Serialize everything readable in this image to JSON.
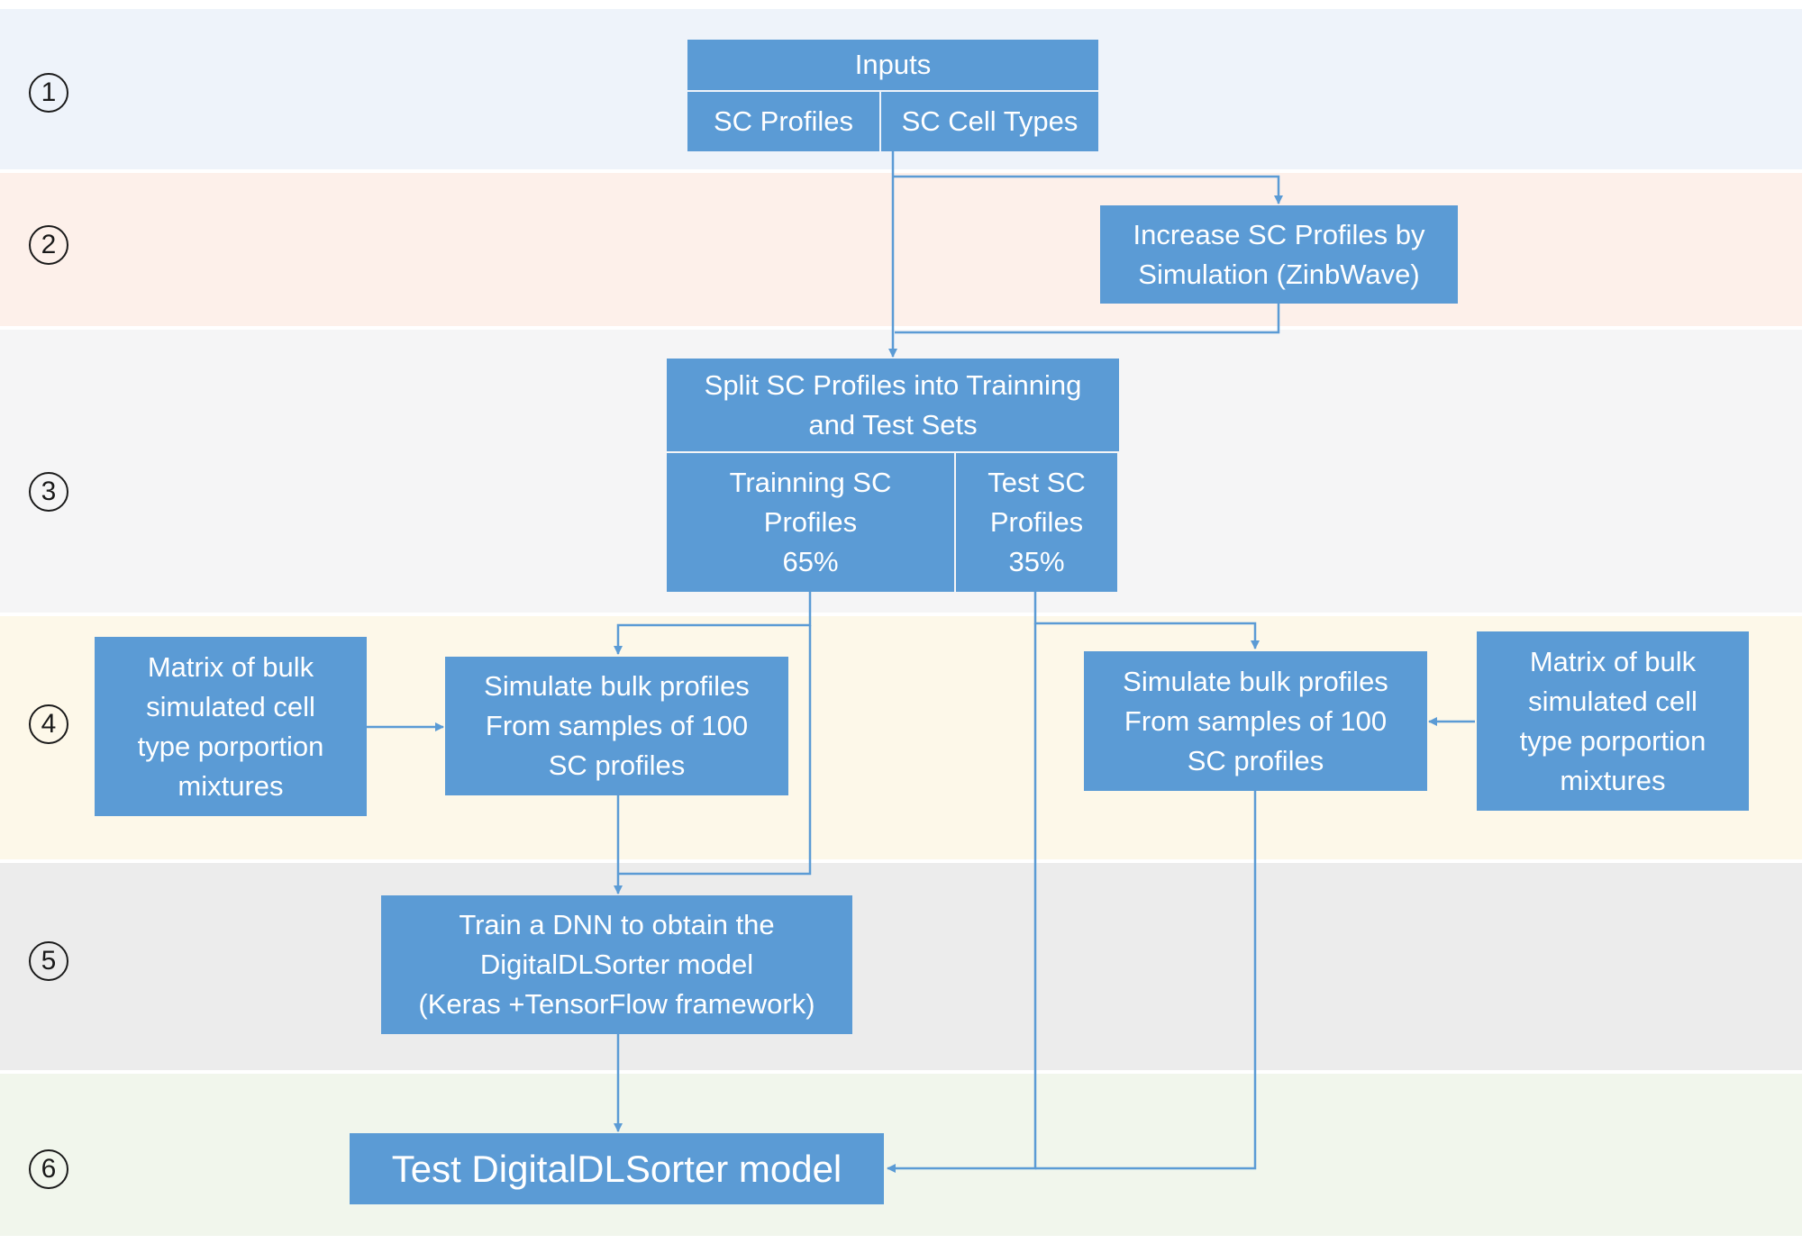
{
  "steps": [
    "1",
    "2",
    "3",
    "4",
    "5",
    "6"
  ],
  "boxes": {
    "inputs": "Inputs",
    "sc_profiles": "SC Profiles",
    "sc_cell_types": "SC Cell Types",
    "increase": "Increase SC Profiles by\nSimulation (ZinbWave)",
    "split": "Split SC Profiles into Trainning\nand Test Sets",
    "training": "Trainning SC\nProfiles\n65%",
    "test": "Test SC\nProfiles\n35%",
    "matrix_left": "Matrix of bulk\nsimulated cell\ntype porportion\nmixtures",
    "simulate_left": "Simulate bulk profiles\nFrom samples of 100\nSC profiles",
    "simulate_right": "Simulate bulk profiles\nFrom samples of 100\nSC profiles",
    "matrix_right": "Matrix of bulk\nsimulated cell\ntype porportion\nmixtures",
    "train_dnn": "Train a DNN to obtain the\nDigitalDLSorter model\n(Keras +TensorFlow framework)",
    "test_model": "Test DigitalDLSorter model"
  },
  "colors": {
    "box": "#5b9bd5",
    "band1": "#eef3fa",
    "band2": "#fdf0ea",
    "band3": "#f5f5f6",
    "band4": "#fdf8e9",
    "band5": "#ececec",
    "band6": "#f1f6ec"
  }
}
